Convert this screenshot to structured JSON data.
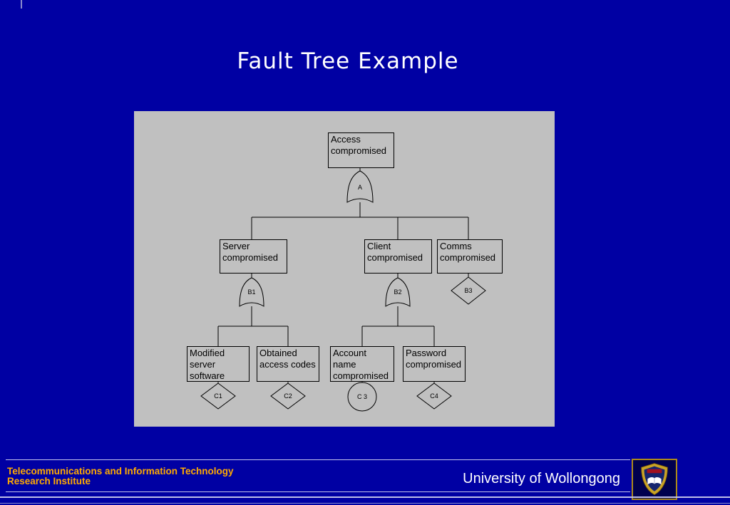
{
  "slide": {
    "title": "Fault Tree Example"
  },
  "tree": {
    "top": {
      "label": "Access compromised",
      "gate": "A"
    },
    "level2": [
      {
        "label": "Server compromised",
        "gate": "B1"
      },
      {
        "label": "Client compromised",
        "gate": "B2"
      },
      {
        "label": "Comms compromised",
        "gate": "B3"
      }
    ],
    "level3": [
      {
        "label": "Modified server software",
        "gate": "C1"
      },
      {
        "label": "Obtained access codes",
        "gate": "C2"
      },
      {
        "label": "Account name compromised",
        "gate": "C 3"
      },
      {
        "label": "Password compromised",
        "gate": "C4"
      }
    ]
  },
  "footer": {
    "institute_line1": "Telecommunications and Information Technology",
    "institute_line2": "Research Institute",
    "university": "University of Wollongong"
  },
  "colors": {
    "background": "#0000A3",
    "panel": "#C0C0C0",
    "institute_text": "#FFAA00",
    "university_text": "#FFFFFF",
    "rule": "#C4C4EC",
    "logo_border": "#AD8A19"
  }
}
